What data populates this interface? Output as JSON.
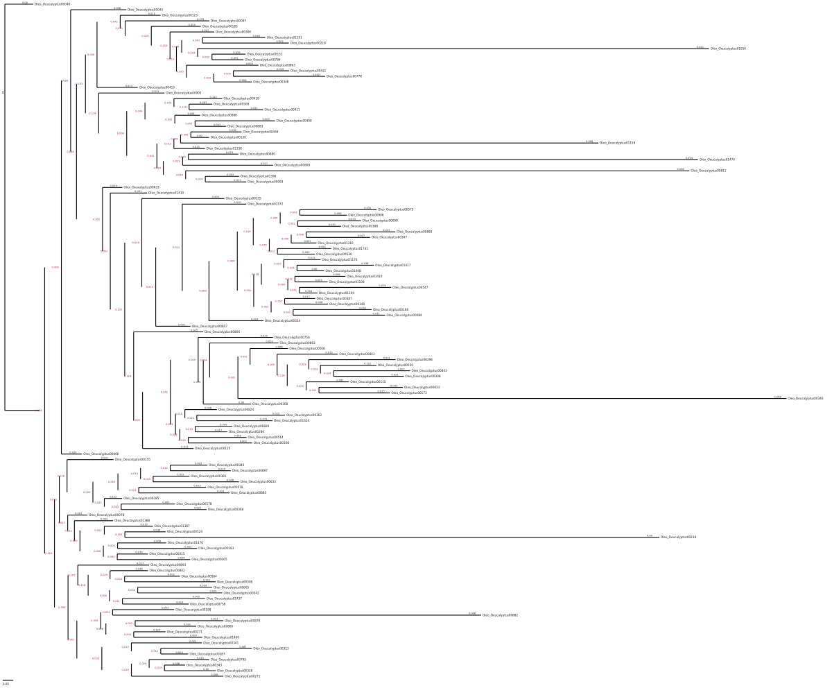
{
  "figure": {
    "type": "phylogenetic-tree",
    "taxon_prefix": "Oleo_Oeucalyptus",
    "root_label": "0",
    "scale_bar_label": "0.05",
    "colors": {
      "branch": "#000000",
      "support": "#b0192a",
      "text": "#111111"
    }
  },
  "leaves": [
    "Oleo_Oeucalyptus00040",
    "Oleo_Oeucalyptus00045",
    "Oleo_Oeucalyptus00123",
    "Oleo_Oeucalyptus00097",
    "Oleo_Oeucalyptus00183",
    "Oleo_Oeucalyptus00306",
    "Oleo_Oeucalyptus01101",
    "Oleo_Oeucalyptus00218",
    "Oleo_Oeucalyptus01050",
    "Oleo_Oeucalyptus00151",
    "Oleo_Oeucalyptus00786",
    "Oleo_Oeucalyptus00863",
    "Oleo_Oeucalyptus00421",
    "Oleo_Oeucalyptus00778",
    "Oleo_Oeucalyptus00348",
    "Oleo_Oeucalyptus00419",
    "Oleo_Oeucalyptus00903",
    "Oleo_Oeucalyptus00418",
    "Oleo_Oeucalyptus00508",
    "Oleo_Oeucalyptus00411",
    "Oleo_Oeucalyptus00888",
    "Oleo_Oeucalyptus00408",
    "Oleo_Oeucalyptus00883",
    "Oleo_Oeucalyptus00444",
    "Oleo_Oeucalyptus00130",
    "Oleo_Oeucalyptus01158",
    "Oleo_Oeucalyptus01338",
    "Oleo_Oeucalyptus00880",
    "Oleo_Oeucalyptus01474",
    "Oleo_Oeucalyptus00808",
    "Oleo_Oeucalyptus00811",
    "Oleo_Oeucalyptus01396",
    "Oleo_Oeucalyptus00093",
    "Oleo_Oeucalyptus00633",
    "Oleo_Oeucalyptus01410",
    "Oleo_Oeucalyptus00335",
    "Oleo_Oeucalyptus01572",
    "Oleo_Oeucalyptus00575",
    "Oleo_Oeucalyptus00906",
    "Oleo_Oeucalyptus00098",
    "Oleo_Oeucalyptus00168",
    "Oleo_Oeucalyptus00883",
    "Oleo_Oeucalyptus00347",
    "Oleo_Oeucalyptus01316",
    "Oleo_Oeucalyptus01741",
    "Oleo_Oeucalyptus00536",
    "Oleo_Oeucalyptus01176",
    "Oleo_Oeucalyptus01417",
    "Oleo_Oeucalyptus01408",
    "Oleo_Oeucalyptus01410",
    "Oleo_Oeucalyptus01108",
    "Oleo_Oeucalyptus00547",
    "Oleo_Oeucalyptus01104",
    "Oleo_Oeucalyptus00387",
    "Oleo_Oeucalyptus00340",
    "Oleo_Oeucalyptus00166",
    "Oleo_Oeucalyptus00084",
    "Oleo_Oeucalyptus00324",
    "Oleo_Oeucalyptus00857",
    "Oleo_Oeucalyptus00800",
    "Oleo_Oeucalyptus00756",
    "Oleo_Oeucalyptus00863",
    "Oleo_Oeucalyptus00508",
    "Oleo_Oeucalyptus00843",
    "Oleo_Oeucalyptus00398",
    "Oleo_Oeucalyptus00150",
    "Oleo_Oeucalyptus00843",
    "Oleo_Oeucalyptus00308",
    "Oleo_Oeucalyptus00115",
    "Oleo_Oeucalyptus00833",
    "Oleo_Oeucalyptus00173",
    "Oleo_Oeucalyptus00346",
    "Oleo_Oeucalyptus00368",
    "Oleo_Oeucalyptus00824",
    "Oleo_Oeucalyptus00362",
    "Oleo_Oeucalyptus01624",
    "Oleo_Oeucalyptus00826",
    "Oleo_Oeucalyptus00280",
    "Oleo_Oeucalyptus00514",
    "Oleo_Oeucalyptus00108",
    "Oleo_Oeucalyptus00125",
    "Oleo_Oeucalyptus00066",
    "Oleo_Oeucalyptus00155",
    "Oleo_Oeucalyptus00340",
    "Oleo_Oeucalyptus00897",
    "Oleo_Oeucalyptus00381",
    "Oleo_Oeucalyptus00833",
    "Oleo_Oeucalyptus00578",
    "Oleo_Oeucalyptus00883",
    "Oleo_Oeucalyptus00385",
    "Oleo_Oeucalyptus00178",
    "Oleo_Oeucalyptus00368",
    "Oleo_Oeucalyptus00078",
    "Oleo_Oeucalyptus01388",
    "Oleo_Oeucalyptus01387",
    "Oleo_Oeucalyptus00524",
    "Oleo_Oeucalyptus00238",
    "Oleo_Oeucalyptus01470",
    "Oleo_Oeucalyptus00183",
    "Oleo_Oeucalyptus00315",
    "Oleo_Oeucalyptus00305",
    "Oleo_Oeucalyptus00893",
    "Oleo_Oeucalyptus00842",
    "Oleo_Oeucalyptus00564",
    "Oleo_Oeucalyptus00598",
    "Oleo_Oeucalyptus00665",
    "Oleo_Oeucalyptus00342",
    "Oleo_Oeucalyptus01437",
    "Oleo_Oeucalyptus00758",
    "Oleo_Oeucalyptus00188",
    "Oleo_Oeucalyptus00882",
    "Oleo_Oeucalyptus00876",
    "Oleo_Oeucalyptus00866",
    "Oleo_Oeucalyptus00271",
    "Oleo_Oeucalyptus01400",
    "Oleo_Oeucalyptus00341",
    "Oleo_Oeucalyptus00313",
    "Oleo_Oeucalyptus00387",
    "Oleo_Oeucalyptus00795",
    "Oleo_Oeucalyptus00343",
    "Oleo_Oeucalyptus00328",
    "Oleo_Oeucalyptus00271"
  ],
  "branch_lengths": [
    "0.00",
    "0.002",
    "0.006",
    "0.003",
    "0.004",
    "0.005",
    "0.007",
    "0.008",
    "0.011",
    "0.013",
    "0.015",
    "0.017",
    "0.019",
    "0.021",
    "0.025",
    "0.029",
    "0.031",
    "0.036",
    "0.048",
    "0.052",
    "0.061",
    "0.079",
    "0.091",
    "0.122"
  ],
  "support_values": [
    "0.001",
    "0.002",
    "0.004",
    "0.006",
    "0.009",
    "0.012",
    "0.015",
    "0.019",
    "0.024",
    "0.029",
    "0.033",
    "0.041",
    "0.000",
    "0.118",
    "0.105"
  ]
}
